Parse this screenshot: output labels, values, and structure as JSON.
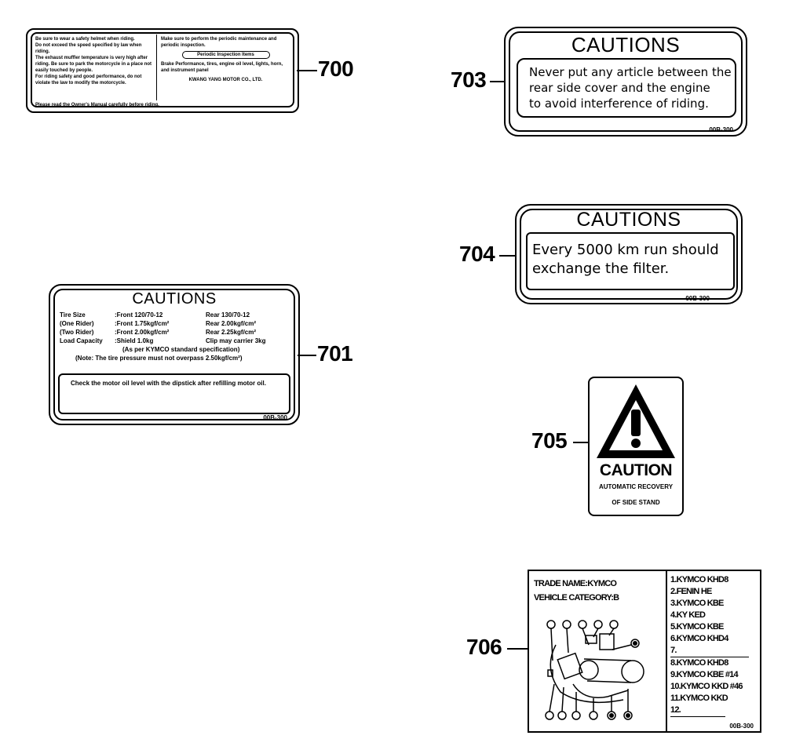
{
  "callouts": {
    "c700": "700",
    "c701": "701",
    "c703": "703",
    "c704": "704",
    "c705": "705",
    "c706": "706"
  },
  "label700": {
    "left_lines": [
      "Be sure to wear a safety helmet when riding.",
      "Do not exceed the speed specified by law when riding.",
      "The exhaust muffler temperature is very high after riding. Be sure to park the motorcycle in a place not easily touched by people.",
      "For riding safety and good performance, do not violate the law to modify the motorcycle."
    ],
    "right_lines": [
      "Make sure to perform the periodic maintenance and periodic inspection.",
      "Periodic Inspection Items",
      "Brake Performance, tires, engine oil level, lights, horn, and instrument panel",
      "KWANG YANG MOTOR CO., LTD."
    ],
    "bottom": "Please read the Owner's Manual carefully before riding."
  },
  "label701": {
    "title": "CAUTIONS",
    "rows": [
      {
        "k": "Tire Size",
        "front": ":Front 120/70-12",
        "rear": "Rear 130/70-12"
      },
      {
        "k": "(One Rider)",
        "front": ":Front 1.75kgf/cm²",
        "rear": "Rear 2.00kgf/cm²"
      },
      {
        "k": "(Two Rider)",
        "front": ":Front 2.00kgf/cm²",
        "rear": "Rear 2.25kgf/cm²"
      },
      {
        "k": "Load Capacity",
        "front": ":Shield 1.0kg",
        "rear": "Clip may carrier 3kg"
      }
    ],
    "note1": "(As per KYMCO standard specification)",
    "note2": "(Note: The tire pressure must not overpass 2.50kgf/cm²)",
    "box_text": "Check the motor oil level with the dipstick after refilling motor oil.",
    "code": "00B-300"
  },
  "label703": {
    "title": "CAUTIONS",
    "line1": "Never put any article between the",
    "line2": "rear side cover and the engine",
    "line3": "to avoid interference of riding.",
    "code": "00B-300"
  },
  "label704": {
    "title": "CAUTIONS",
    "line1": "Every 5000 km run should",
    "line2": "exchange the filter.",
    "code": "00B-300"
  },
  "label705": {
    "word": "CAUTION",
    "line1": "AUTOMATIC RECOVERY",
    "line2": "OF SIDE STAND"
  },
  "label706": {
    "trade": "TRADE NAME:KYMCO",
    "category": "VEHICLE CATEGORY:B",
    "list": [
      "1.KYMCO KHD8",
      "2.FENIN HE",
      "3.KYMCO KBE",
      "4.KY KED",
      "5.KYMCO KBE",
      "6.KYMCO KHD4",
      "7.",
      "8.KYMCO KHD8",
      "9.KYMCO KBE #14",
      "10.KYMCO KKD #46",
      "11.KYMCO KKD",
      "12."
    ],
    "code": "00B-300"
  }
}
